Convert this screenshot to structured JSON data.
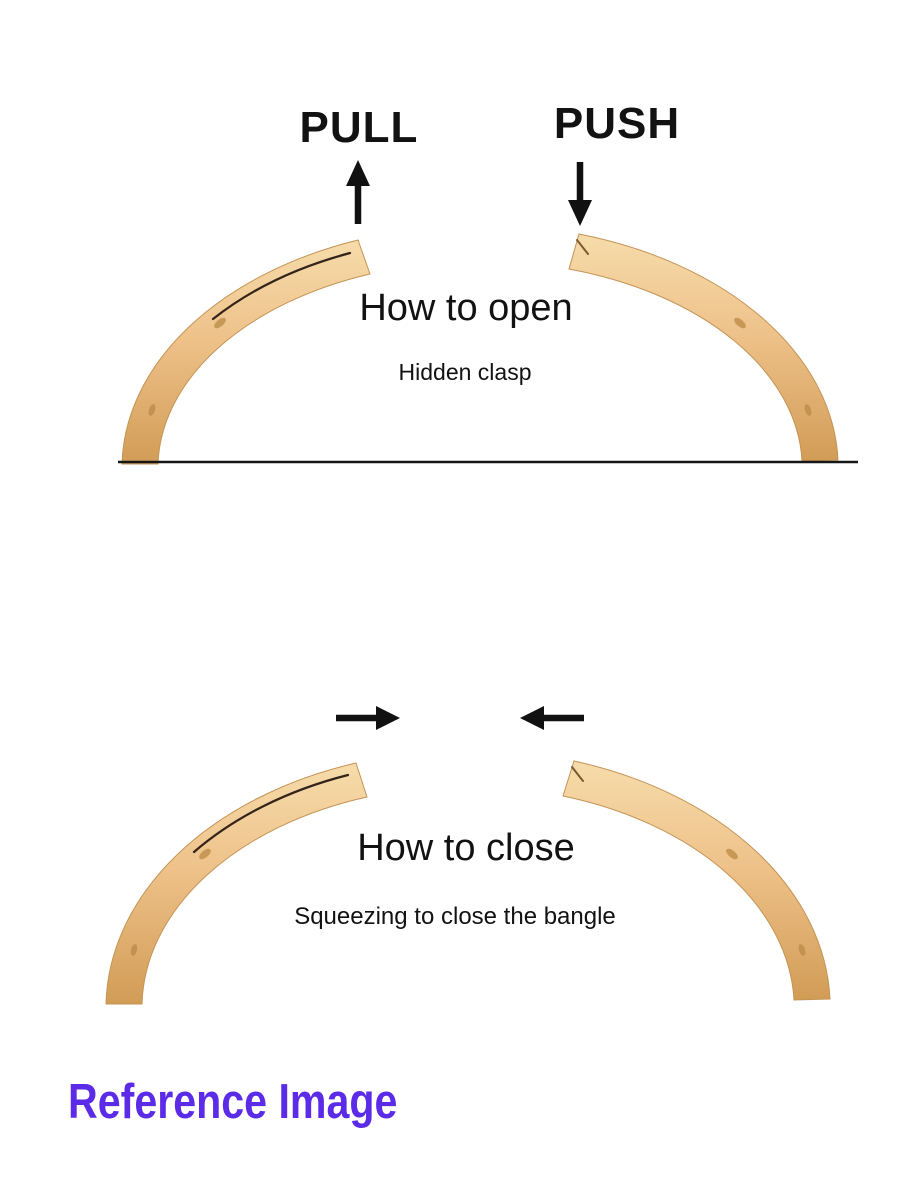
{
  "page": {
    "background": "#ffffff"
  },
  "colors": {
    "gold_light": "#f6dcab",
    "gold": "#eec189",
    "gold_dark": "#d19c56",
    "text": "#121212",
    "arrow": "#111111",
    "accent_purple": "#5b2be8"
  },
  "open_section": {
    "pull_label": "PULL",
    "push_label": "PUSH",
    "title": "How to open",
    "subtitle": "Hidden clasp"
  },
  "close_section": {
    "title": "How to close",
    "subtitle": "Squeezing to close the bangle"
  },
  "footer": {
    "reference_label": "Reference Image"
  }
}
